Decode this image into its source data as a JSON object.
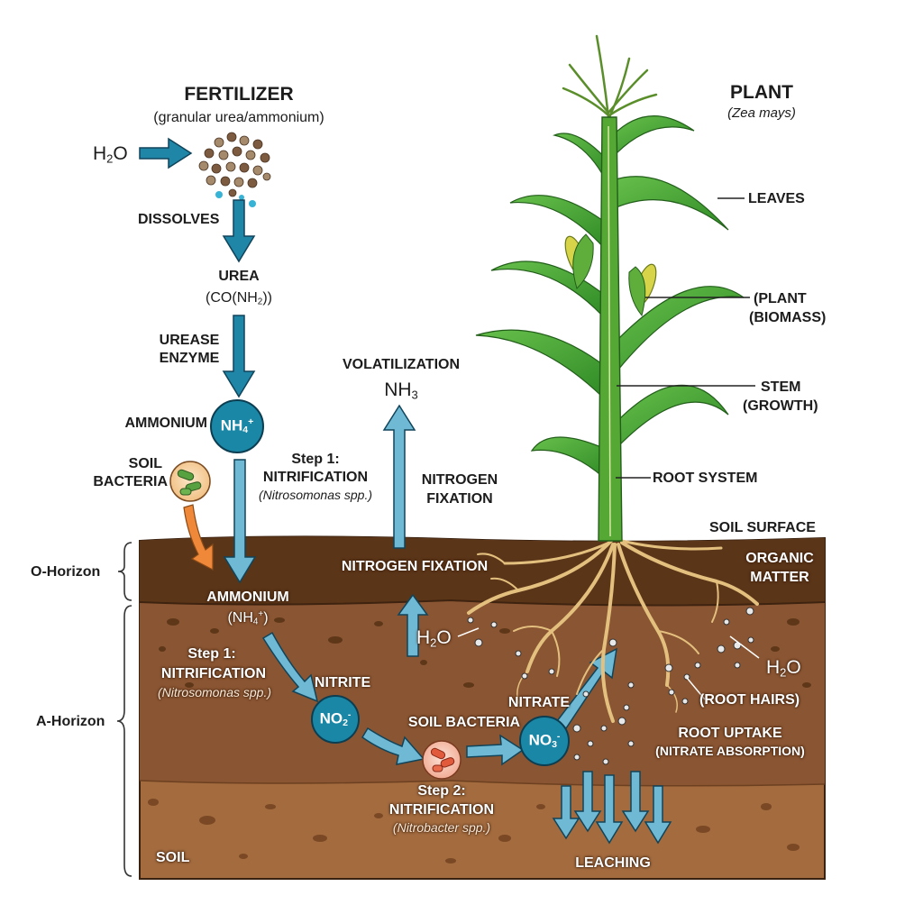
{
  "fertilizer": {
    "title": "FERTILIZER",
    "subtitle": "(granular urea/ammonium)"
  },
  "water_in": {
    "label": "H",
    "sub": "2",
    "tail": "O"
  },
  "dissolves": "DISSOLVES",
  "urea": {
    "label": "UREA",
    "formula_a": "(CO(NH",
    "formula_sub": "2",
    "formula_b": "))"
  },
  "urease": {
    "line1": "UREASE",
    "line2": "ENZYME"
  },
  "ammonium_top": {
    "label": "AMMONIUM",
    "bubble": "NH",
    "bubble_sub": "4",
    "bubble_sup": "+"
  },
  "soil_bacteria_top": {
    "line1": "SOIL",
    "line2": "BACTERIA"
  },
  "step1_top": {
    "line1": "Step 1:",
    "line2": "NITRIFICATION",
    "species": "(Nitrosomonas spp.)"
  },
  "volatilization": {
    "label": "VOLATILIZATION",
    "formula": "NH",
    "sub": "3"
  },
  "nitrogen_fixation_upper": {
    "line1": "NITROGEN",
    "line2": "FIXATION"
  },
  "nitrogen_fixation_soil": "NITROGEN FIXATION",
  "plant": {
    "title": "PLANT",
    "species": "(Zea mays)"
  },
  "plant_labels": {
    "leaves": "LEAVES",
    "biomass_1": "(PLANT",
    "biomass_2": "(BIOMASS)",
    "stem_1": "STEM",
    "stem_2": "(GROWTH)",
    "root_system": "ROOT SYSTEM"
  },
  "soil_surface": "SOIL SURFACE",
  "organic_matter": {
    "line1": "ORGANIC",
    "line2": "MATTER"
  },
  "horizons": {
    "o": "O-Horizon",
    "a": "A-Horizon"
  },
  "ammonium_soil": {
    "label": "AMMONIUM",
    "formula": "(NH",
    "sub": "4",
    "sup": "+",
    "tail": ")"
  },
  "step1_soil": {
    "line1": "Step 1:",
    "line2": "NITRIFICATION",
    "species": "(Nitrosomonas spp.)"
  },
  "water_soil_left": {
    "label": "H",
    "sub": "2",
    "tail": "O"
  },
  "water_soil_right": {
    "label": "H",
    "sub": "2",
    "tail": "O"
  },
  "nitrite": {
    "label": "NITRITE",
    "bubble": "NO",
    "bubble_sub": "2",
    "bubble_sup": "-"
  },
  "soil_bacteria_mid": "SOIL BACTERIA",
  "nitrate": {
    "label": "NITRATE",
    "bubble": "NO",
    "bubble_sub": "3",
    "bubble_sup": "-"
  },
  "step2": {
    "line1": "Step 2:",
    "line2": "NITRIFICATION",
    "species": "(Nitrobacter spp.)"
  },
  "root_hairs": "(ROOT HAIRS)",
  "root_uptake": {
    "line1": "ROOT UPTAKE",
    "line2": "(NITRATE ABSORPTION)"
  },
  "soil_label": "SOIL",
  "leaching": "LEACHING",
  "colors": {
    "arrow_blue": "#1f86a8",
    "arrow_light": "#6fb9d4",
    "arrow_orange": "#f0883a",
    "bubble": "#1a87a6",
    "soil_top": "#5a3417",
    "soil_mid": "#875330",
    "soil_bottom": "#a06a3c",
    "leaf": "#3c9a2e",
    "root": "#e4c07f"
  }
}
